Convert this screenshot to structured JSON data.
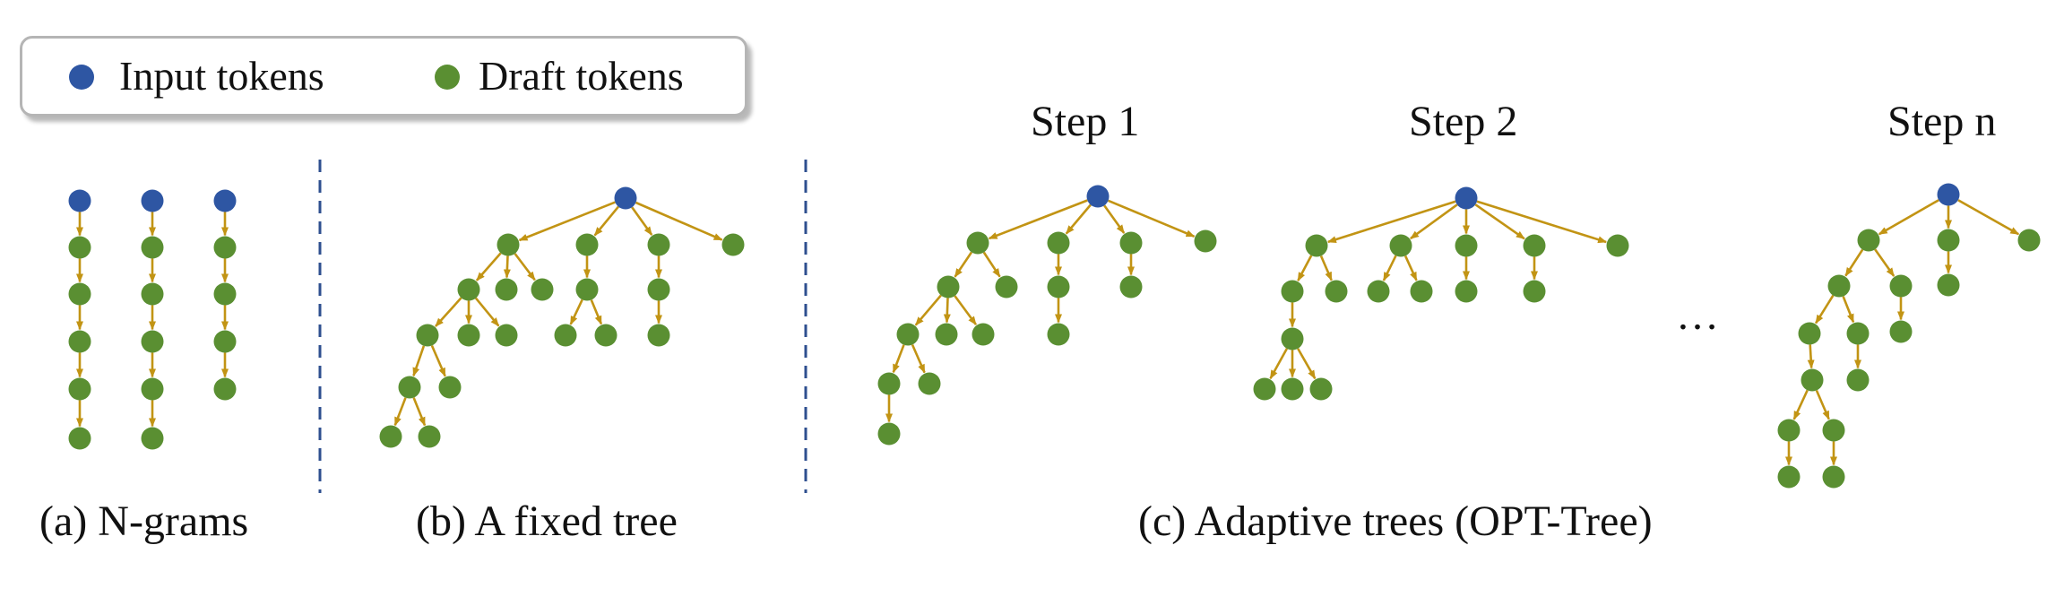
{
  "colors": {
    "input_token": "#2e56a3",
    "draft_token": "#5a8f32",
    "edge": "#c29414",
    "divider": "#2e4f8f",
    "legend_border": "#b5b5b5"
  },
  "legend": {
    "input_label": "Input tokens",
    "draft_label": "Draft tokens"
  },
  "panels": {
    "ngrams": {
      "caption": "(a) N-grams"
    },
    "fixed": {
      "caption": "(b) A fixed tree"
    },
    "adaptive": {
      "caption": "(c) Adaptive trees (OPT-Tree)",
      "steps": [
        "Step 1",
        "Step 2",
        "Step n"
      ],
      "ellipsis": "…"
    }
  },
  "trees": [
    {
      "id": "ngram-1",
      "root": {
        "c": [
          {
            "c": [
              {
                "c": [
                  {
                    "c": [
                      {
                        "c": [
                          {
                            "c": []
                          }
                        ]
                      }
                    ]
                  }
                ]
              }
            ]
          }
        ]
      }
    },
    {
      "id": "ngram-2",
      "root": {
        "c": [
          {
            "c": [
              {
                "c": [
                  {
                    "c": [
                      {
                        "c": [
                          {
                            "c": []
                          }
                        ]
                      }
                    ]
                  }
                ]
              }
            ]
          }
        ]
      }
    },
    {
      "id": "ngram-3",
      "root": {
        "c": [
          {
            "c": [
              {
                "c": [
                  {
                    "c": [
                      {
                        "c": []
                      }
                    ]
                  }
                ]
              }
            ]
          }
        ]
      }
    },
    {
      "id": "fixed-tree",
      "root": {
        "c": [
          {
            "c": [
              {
                "c": [
                  {
                    "c": [
                      {
                        "c": [
                          {
                            "c": []
                          },
                          {
                            "c": []
                          }
                        ]
                      },
                      {
                        "c": []
                      }
                    ]
                  },
                  {
                    "c": []
                  },
                  {
                    "c": []
                  }
                ]
              },
              {
                "c": []
              },
              {
                "c": []
              }
            ]
          },
          {
            "c": [
              {
                "c": [
                  {
                    "c": []
                  },
                  {
                    "c": []
                  }
                ]
              }
            ]
          },
          {
            "c": [
              {
                "c": [
                  {
                    "c": []
                  }
                ]
              }
            ]
          },
          {
            "c": []
          }
        ]
      }
    },
    {
      "id": "step-1",
      "root": {
        "c": [
          {
            "c": [
              {
                "c": [
                  {
                    "c": [
                      {
                        "c": [
                          {
                            "c": []
                          }
                        ]
                      },
                      {
                        "c": []
                      }
                    ]
                  },
                  {
                    "c": []
                  },
                  {
                    "c": []
                  }
                ]
              },
              {
                "c": []
              }
            ]
          },
          {
            "c": [
              {
                "c": [
                  {
                    "c": []
                  }
                ]
              }
            ]
          },
          {
            "c": [
              {
                "c": []
              }
            ]
          },
          {
            "c": []
          }
        ]
      }
    },
    {
      "id": "step-2",
      "root": {
        "c": [
          {
            "c": [
              {
                "c": [
                  {
                    "c": [
                      {
                        "c": []
                      },
                      {
                        "c": []
                      },
                      {
                        "c": []
                      }
                    ]
                  }
                ]
              },
              {
                "c": []
              }
            ]
          },
          {
            "c": [
              {
                "c": []
              },
              {
                "c": []
              }
            ]
          },
          {
            "c": [
              {
                "c": []
              }
            ]
          },
          {
            "c": [
              {
                "c": []
              }
            ]
          },
          {
            "c": []
          }
        ]
      }
    },
    {
      "id": "step-n",
      "root": {
        "c": [
          {
            "c": [
              {
                "c": [
                  {
                    "c": [
                      {
                        "c": [
                          {
                            "c": [
                              {
                                "c": []
                              }
                            ]
                          },
                          {
                            "c": [
                              {
                                "c": []
                              }
                            ]
                          }
                        ]
                      }
                    ]
                  },
                  {
                    "c": [
                      {
                        "c": []
                      }
                    ]
                  }
                ]
              },
              {
                "c": [
                  {
                    "c": []
                  }
                ]
              }
            ]
          },
          {
            "c": [
              {
                "c": []
              }
            ]
          },
          {
            "c": []
          }
        ]
      }
    }
  ]
}
